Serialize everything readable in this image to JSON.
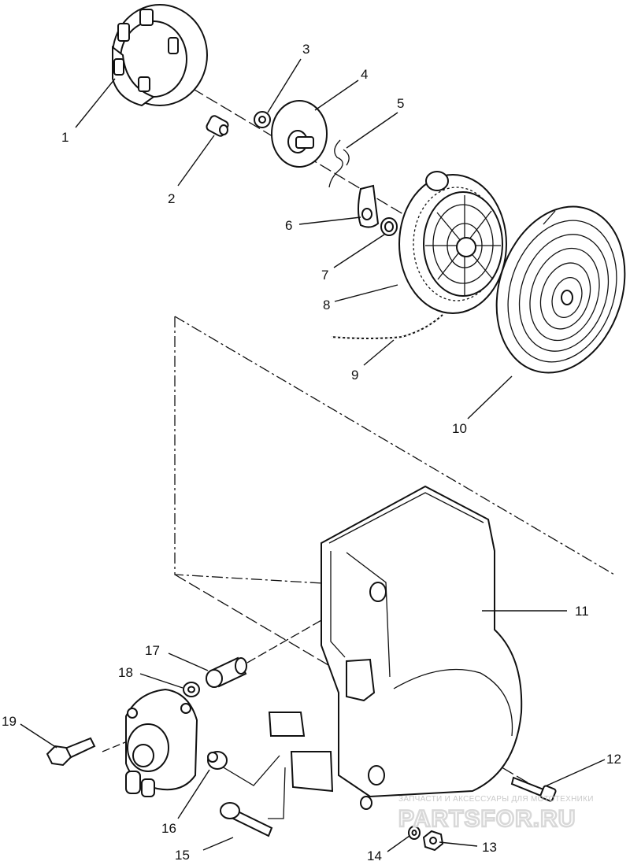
{
  "callouts": [
    {
      "id": "1",
      "label": "1"
    },
    {
      "id": "2",
      "label": "2"
    },
    {
      "id": "3",
      "label": "3"
    },
    {
      "id": "4",
      "label": "4"
    },
    {
      "id": "5",
      "label": "5"
    },
    {
      "id": "6",
      "label": "6"
    },
    {
      "id": "7",
      "label": "7"
    },
    {
      "id": "8",
      "label": "8"
    },
    {
      "id": "9",
      "label": "9"
    },
    {
      "id": "10",
      "label": "10"
    },
    {
      "id": "11",
      "label": "11"
    },
    {
      "id": "12",
      "label": "12"
    },
    {
      "id": "13",
      "label": "13"
    },
    {
      "id": "14",
      "label": "14"
    },
    {
      "id": "15",
      "label": "15"
    },
    {
      "id": "16",
      "label": "16"
    },
    {
      "id": "17",
      "label": "17"
    },
    {
      "id": "18",
      "label": "18"
    },
    {
      "id": "19",
      "label": "19"
    }
  ],
  "watermark": {
    "line1": "ЗАПЧАСТИ И АКСЕССУАРЫ ДЛЯ МОТОТЕХНИКИ",
    "logo": "PARTSFOR.RU"
  }
}
